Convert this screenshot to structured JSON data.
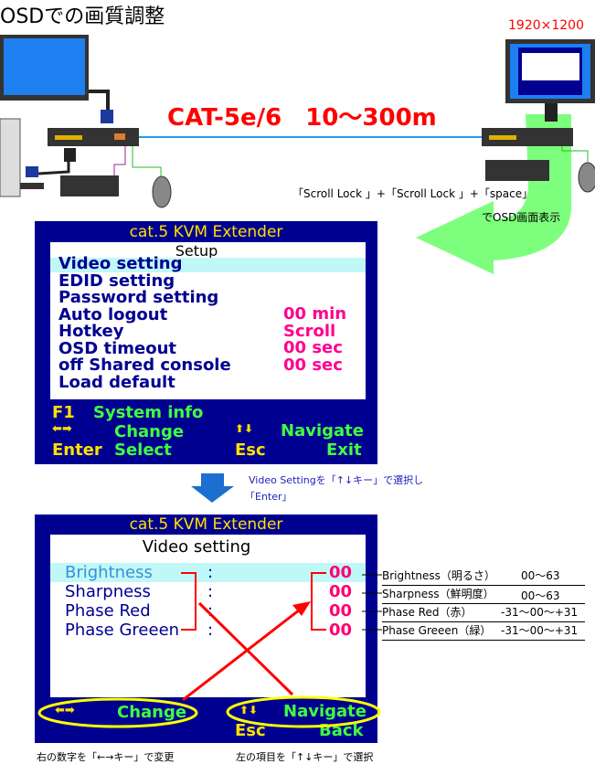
{
  "title": "OSDでの画質調整",
  "resolution": "1920×1200",
  "cable_label": "CAT-5e/6　10～300m",
  "hotkey_text": "「Scroll Lock 」+「Scroll Lock 」+「space」",
  "hotkey_result": "でOSD画面表示",
  "colors": {
    "menu_bg": "#000090",
    "highlight": "#c0f8f8",
    "value": "#ff0090",
    "footer_green": "#40ff40",
    "footer_yellow": "#ffe000",
    "cable": "#1a9ff0",
    "arrow_green": "#66ff66"
  },
  "setup_menu": {
    "header": "cat.5 KVM Extender",
    "title": "Setup",
    "items": [
      {
        "label": "Video setting",
        "value": ""
      },
      {
        "label": "EDID setting",
        "value": ""
      },
      {
        "label": "Password setting",
        "value": ""
      },
      {
        "label": "Auto logout",
        "value": "00  min"
      },
      {
        "label": "Hotkey",
        "value": "Scroll"
      },
      {
        "label": "OSD timeout",
        "value": "00  sec"
      },
      {
        "label": "off Shared console",
        "value": "00  sec"
      },
      {
        "label": "Load default",
        "value": ""
      }
    ],
    "footer": {
      "f1": "F1",
      "system_info": "System info",
      "lr_arrows": "⬅➡",
      "change": "Change",
      "ud_arrows": "⬆⬇",
      "navigate": "Navigate",
      "enter": "Enter",
      "select": "Select",
      "esc": "Esc",
      "exit": "Exit"
    }
  },
  "instruction": {
    "line1": "Video Settingを「↑↓キー」で選択し",
    "line2": "「Enter」"
  },
  "video_menu": {
    "header": "cat.5 KVM Extender",
    "title": "Video setting",
    "items": [
      {
        "label": "Brightness",
        "colon": ":",
        "value": "00"
      },
      {
        "label": "Sharpness",
        "colon": ":",
        "value": "00"
      },
      {
        "label": "Phase Red",
        "colon": ":",
        "value": "00"
      },
      {
        "label": "Phase Greeen",
        "colon": ":",
        "value": "00"
      }
    ],
    "footer": {
      "lr_arrows": "⬅➡",
      "change": "Change",
      "ud_arrows": "⬆⬇",
      "navigate": "Navigate",
      "esc": "Esc",
      "back": "Back"
    }
  },
  "annotations": [
    {
      "label": "Brightness（明るさ）",
      "range": "00～63"
    },
    {
      "label": "Sharpness（鮮明度）",
      "range": "00～63"
    },
    {
      "label": "Phase Red（赤）",
      "range": "-31～00～+31"
    },
    {
      "label": "Phase Greeen（緑）",
      "range": "-31～00～+31"
    }
  ],
  "bottom_left": "右の数字を「←→キー」で変更",
  "bottom_right": "左の項目を「↑↓キー」で選択"
}
